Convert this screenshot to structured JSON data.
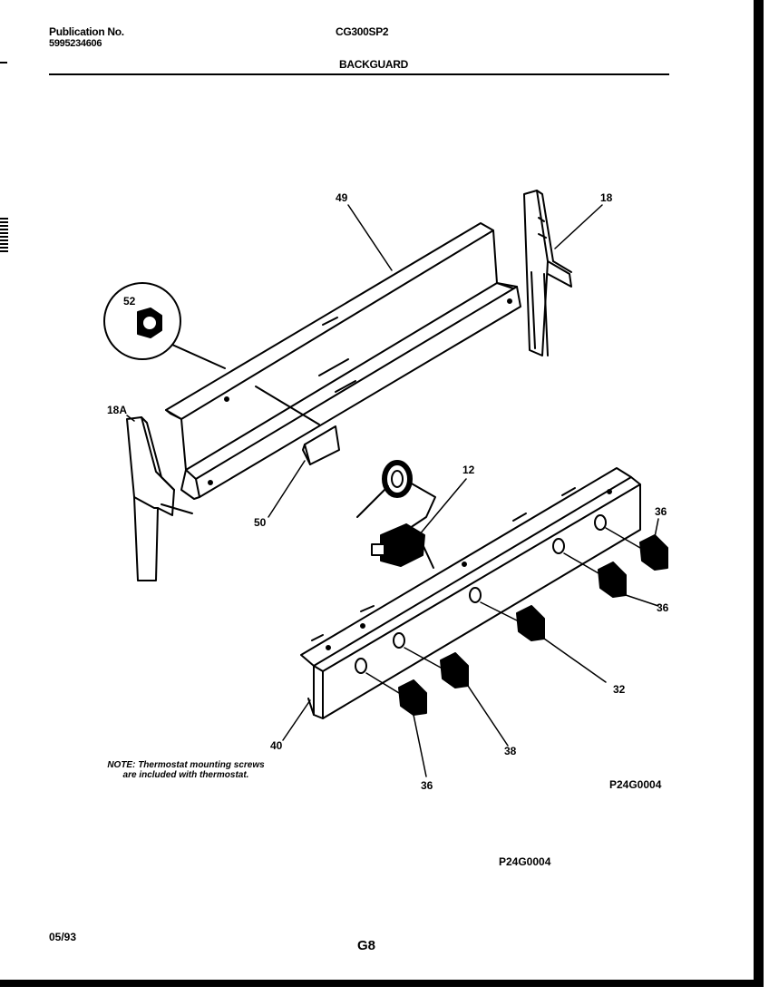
{
  "header": {
    "publication_label": "Publication No.",
    "publication_number": "5995234606",
    "model": "CG300SP2",
    "section": "BACKGUARD"
  },
  "callouts": {
    "p49": "49",
    "p18": "18",
    "p52": "52",
    "p18A": "18A",
    "p12": "12",
    "p50": "50",
    "p36a": "36",
    "p36b": "36",
    "p32": "32",
    "p40": "40",
    "p38": "38",
    "p36c": "36"
  },
  "note": "NOTE: Thermostat mounting screws are included with thermostat.",
  "diagram_codes": {
    "code_1": "P24G0004",
    "code_2": "P24G0004"
  },
  "footer": {
    "date": "05/93",
    "page": "G8"
  }
}
